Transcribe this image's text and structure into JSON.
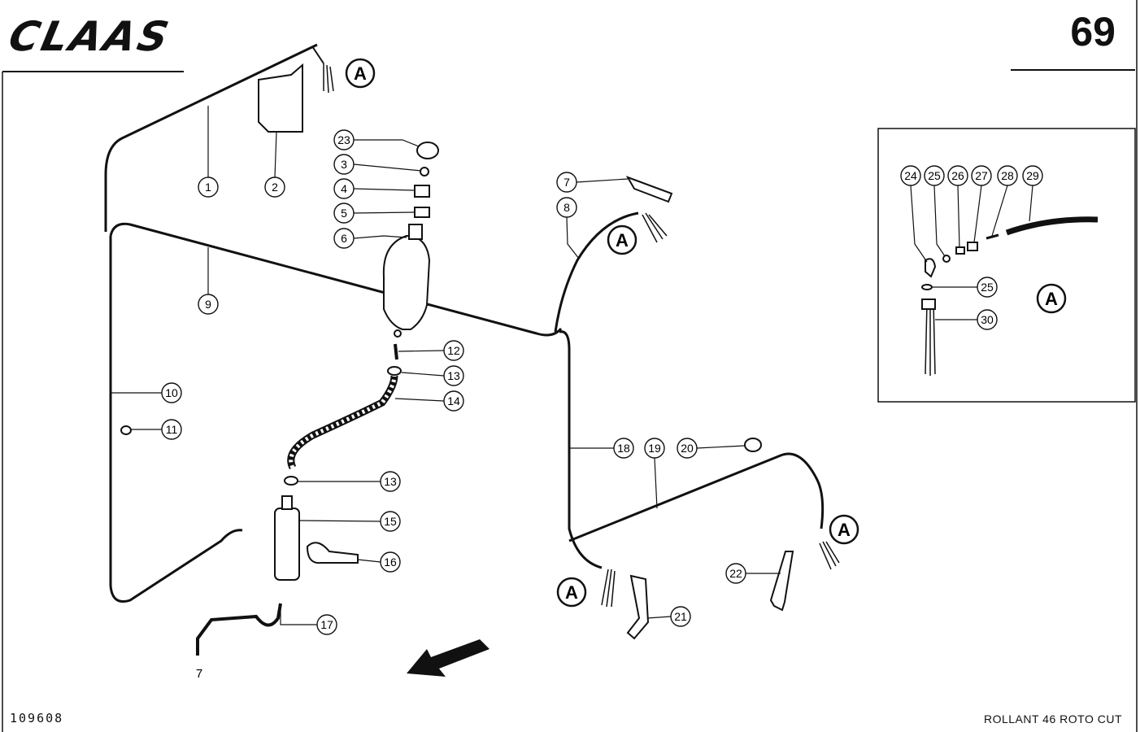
{
  "header": {
    "brand": "CLAAS",
    "page_number": "69"
  },
  "footer": {
    "drawing_number": "109608",
    "model": "ROLLANT 46 ROTO CUT"
  },
  "detail_marker": "A",
  "parts": [
    "1",
    "2",
    "3",
    "4",
    "5",
    "6",
    "7",
    "8",
    "9",
    "10",
    "11",
    "12",
    "13",
    "14",
    "15",
    "16",
    "17",
    "18",
    "19",
    "20",
    "21",
    "22",
    "23",
    "24",
    "25",
    "26",
    "27",
    "28",
    "29",
    "30"
  ],
  "pipe_end_label": "7"
}
